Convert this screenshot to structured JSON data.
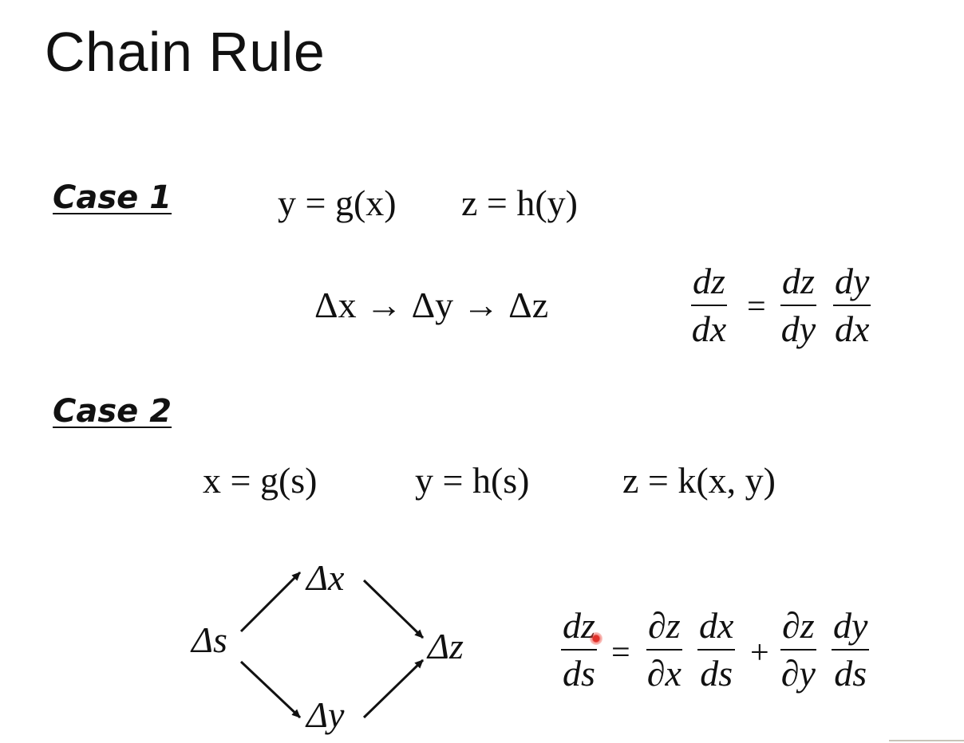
{
  "slide": {
    "title": "Chain Rule"
  },
  "case1": {
    "label": "Case 1",
    "eq1": "y = g(x)",
    "eq2": "z = h(y)",
    "chain": "Δx → Δy → Δz",
    "derivative": {
      "lhs_num": "dz",
      "lhs_den": "dx",
      "equals": "=",
      "f1_num": "dz",
      "f1_den": "dy",
      "f2_num": "dy",
      "f2_den": "dx"
    }
  },
  "case2": {
    "label": "Case 2",
    "eq1": "x = g(s)",
    "eq2": "y = h(s)",
    "eq3": "z = k(x, y)",
    "diagram": {
      "source": "Δs",
      "upper": "Δx",
      "lower": "Δy",
      "target": "Δz"
    },
    "derivative": {
      "lhs_num": "dz",
      "lhs_den": "ds",
      "equals": "=",
      "t1a_num": "∂z",
      "t1a_den": "∂x",
      "t1b_num": "dx",
      "t1b_den": "ds",
      "plus": "+",
      "t2a_num": "∂z",
      "t2a_den": "∂y",
      "t2b_num": "dy",
      "t2b_den": "ds"
    }
  }
}
